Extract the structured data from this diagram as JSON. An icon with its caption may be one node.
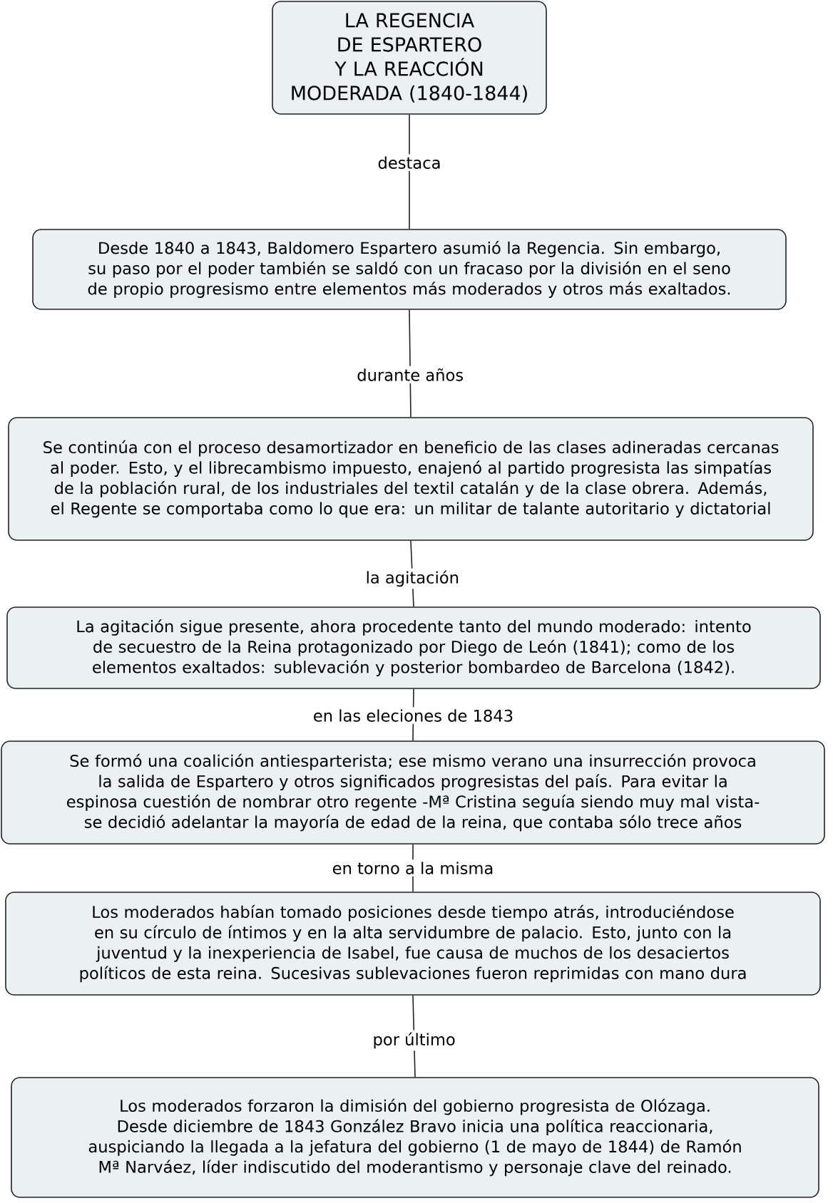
{
  "diagram": {
    "nodes": [
      {
        "text": [
          "LA REGENCIA DE ESPARTERO Y LA REACCIÓN MODERADA (1840-1844)"
        ]
      },
      {
        "text": [
          "Desde 1840 a 1843, Baldomero Espartero asumió la Regencia. Sin embargo, su paso por el poder también se saldó con un fracaso por la división en el seno de propio progresismo entre elementos más moderados y otros más exaltados."
        ]
      },
      {
        "text": [
          "Se continúa con el proceso desamortizador en beneficio de las clases adineradas cercanas al poder. Esto, y el librecambismo impuesto, enajenó al partido progresista las simpatías de la población rural, de los industriales del textil catalán y de la clase obrera. Además, el Regente se comportaba como lo que era: un militar de talante autoritario y dictatorial"
        ]
      },
      {
        "text": [
          "La agitación sigue presente, ahora procedente tanto del mundo moderado: intento de secuestro de la Reina protagonizado por Diego de León (1841); como de los elementos exaltados: sublevación y posterior bombardeo de Barcelona (1842)."
        ]
      },
      {
        "text": [
          "Se formó una coalición antiesparterista; ese mismo verano una insurrección provoca la salida de Espartero y otros significados progresistas del país. Para evitar la espinosa cuestión de nombrar otro regente -Mª Cristina seguía siendo muy mal vista- se decidió adelantar la mayoría de edad de la reina, que contaba sólo trece años"
        ]
      },
      {
        "text": [
          "Los moderados habían tomado posiciones desde tiempo atrás, introduciéndose en su círculo de íntimos y en la alta servidumbre de palacio. Esto, junto con la juventud y la inexperiencia de Isabel, fue causa de muchos de los desaciertos políticos de esta reina. Sucesivas sublevaciones fueron reprimidas con mano dura"
        ]
      },
      {
        "text": [
          "Los moderados forzaron la dimisión del gobierno progresista de Olózaga. Desde diciembre de 1843 González Bravo inicia una política reaccionaria, auspiciando la llegada a la jefatura del gobierno (1 de mayo de 1844) de Ramón Mª Narváez, líder indiscutido del moderantismo y personaje clave del reinado."
        ]
      }
    ],
    "edges": [
      {
        "from": 0,
        "to": 1,
        "arrow": "none",
        "label": "destaca"
      },
      {
        "from": 1,
        "to": 2,
        "arrow": "none",
        "label": "durante años"
      },
      {
        "from": 2,
        "to": 3,
        "arrow": "none",
        "label": "la agitación"
      },
      {
        "from": 3,
        "to": 4,
        "arrow": "none",
        "label": "en las eleciones de 1843"
      },
      {
        "from": 4,
        "to": 5,
        "arrow": "none",
        "label": "en torno a la misma"
      },
      {
        "from": 5,
        "to": 6,
        "arrow": "none",
        "label": "por último"
      }
    ]
  }
}
